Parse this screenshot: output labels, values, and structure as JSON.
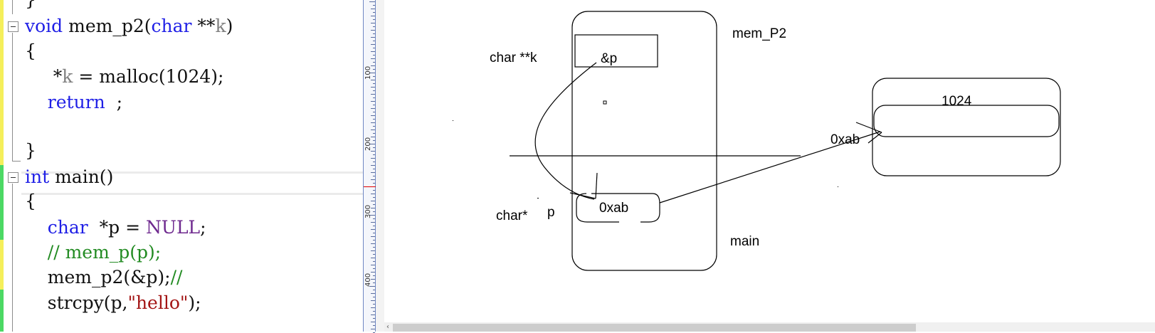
{
  "editor": {
    "lines": [
      {
        "parts": [
          {
            "t": "}",
            "c": ""
          }
        ]
      },
      {
        "parts": [
          {
            "t": "void",
            "c": "kw"
          },
          {
            "t": " mem_p2(",
            "c": ""
          },
          {
            "t": "char",
            "c": "kw"
          },
          {
            "t": " **",
            "c": ""
          },
          {
            "t": "k",
            "c": "id-gray"
          },
          {
            "t": ")",
            "c": ""
          }
        ]
      },
      {
        "parts": [
          {
            "t": "{",
            "c": ""
          }
        ]
      },
      {
        "parts": [
          {
            "t": "     *",
            "c": ""
          },
          {
            "t": "k",
            "c": "id-gray"
          },
          {
            "t": " = malloc(1024);",
            "c": ""
          }
        ]
      },
      {
        "parts": [
          {
            "t": "    ",
            "c": ""
          },
          {
            "t": "return",
            "c": "kw"
          },
          {
            "t": "  ;",
            "c": ""
          }
        ]
      },
      {
        "parts": [
          {
            "t": "",
            "c": ""
          }
        ]
      },
      {
        "parts": [
          {
            "t": "}",
            "c": ""
          }
        ]
      },
      {
        "parts": [
          {
            "t": "int",
            "c": "kw"
          },
          {
            "t": " main()",
            "c": ""
          }
        ]
      },
      {
        "parts": [
          {
            "t": "{",
            "c": ""
          }
        ]
      },
      {
        "parts": [
          {
            "t": "    ",
            "c": ""
          },
          {
            "t": "char",
            "c": "kw"
          },
          {
            "t": "  *p = ",
            "c": ""
          },
          {
            "t": "NULL",
            "c": "macro"
          },
          {
            "t": ";",
            "c": ""
          }
        ]
      },
      {
        "parts": [
          {
            "t": "    ",
            "c": ""
          },
          {
            "t": "// mem_p(p);",
            "c": "cmt"
          }
        ]
      },
      {
        "parts": [
          {
            "t": "    mem_p2(&p);",
            "c": ""
          },
          {
            "t": "//",
            "c": "cmt"
          }
        ]
      },
      {
        "parts": [
          {
            "t": "    strcpy(p,",
            "c": ""
          },
          {
            "t": "\"hello\"",
            "c": "str"
          },
          {
            "t": ");",
            "c": ""
          }
        ]
      }
    ],
    "colors": {
      "keyword": "#1f1fe6",
      "identifier_gray": "#808080",
      "macro": "#6f2a8f",
      "comment": "#228b22",
      "string": "#a31515",
      "gutter_yellow": "#f5ef5a",
      "gutter_green": "#4cd964"
    }
  },
  "ruler": {
    "labels": [
      "100",
      "200",
      "300",
      "400"
    ],
    "marker_color": "#e00000"
  },
  "diagram": {
    "frame_labels": {
      "callee": "mem_P2",
      "caller": "main"
    },
    "param_label": "char **k",
    "param_value": "&p",
    "local_type": "char*",
    "local_name": "p",
    "local_value": "0xab",
    "heap_size": "1024",
    "heap_address": "0xab"
  }
}
